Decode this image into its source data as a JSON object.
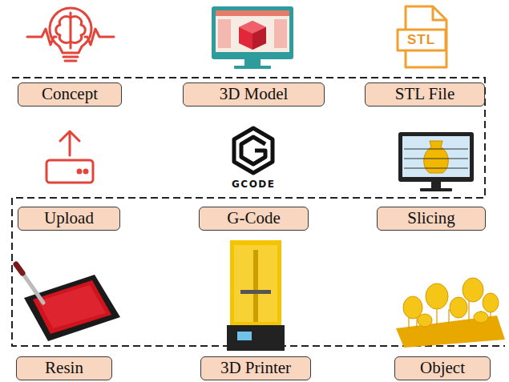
{
  "diagram": {
    "nodes": [
      {
        "text": [
          "Concept"
        ]
      },
      {
        "text": [
          "3D Model"
        ]
      },
      {
        "text": [
          "STL File"
        ]
      },
      {
        "text": [
          "Upload"
        ]
      },
      {
        "text": [
          "G-Code"
        ]
      },
      {
        "text": [
          "Slicing"
        ]
      },
      {
        "text": [
          "Resin"
        ]
      },
      {
        "text": [
          "3D Printer"
        ]
      },
      {
        "text": [
          "Object"
        ]
      }
    ],
    "labels": [
      "STL",
      "GCODE"
    ]
  }
}
